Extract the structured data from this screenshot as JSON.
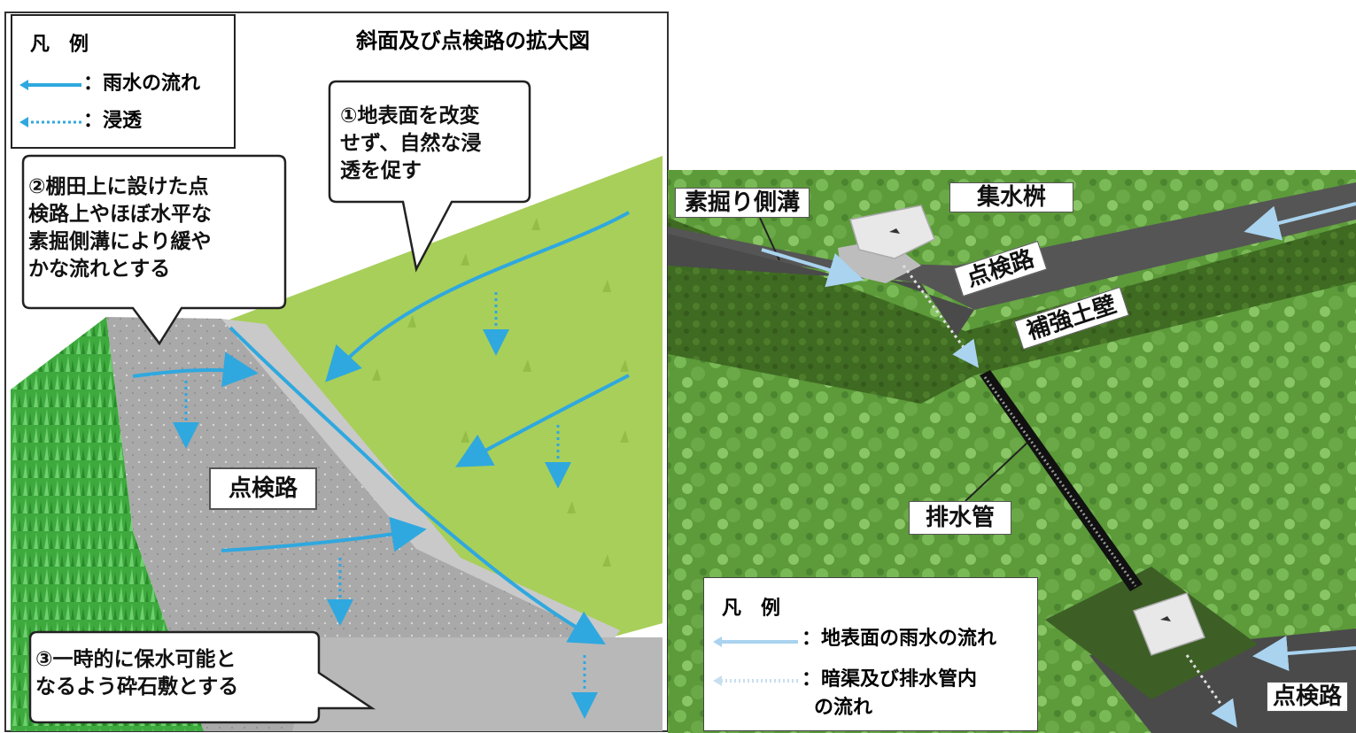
{
  "left_panel": {
    "title": "斜面及び点検路の拡大図",
    "legend": {
      "title": "凡　例",
      "items": [
        {
          "text": "：雨水の流れ",
          "style": "solid"
        },
        {
          "text": "：浸透",
          "style": "dotted"
        }
      ]
    },
    "callouts": [
      {
        "number": "①",
        "lines": [
          "①地表面を改変",
          "せず、自然な浸",
          "透を促す"
        ]
      },
      {
        "number": "②",
        "lines": [
          "②棚田上に設けた点",
          "検路上やほぼ水平な",
          "素掘側溝により緩や",
          "かな流れとする"
        ]
      },
      {
        "number": "③",
        "lines": [
          "③一時的に保水可能と",
          "なるよう砕石敷とする"
        ]
      }
    ],
    "road_label": "点検路"
  },
  "right_panel": {
    "labels": {
      "side_ditch": "素掘り側溝",
      "catch_basin": "集水桝",
      "inspection_road_top": "点検路",
      "retaining_wall": "補強土壁",
      "drain_pipe": "排水管",
      "inspection_road_bottom": "点検路"
    },
    "legend": {
      "title": "凡　例",
      "items": [
        {
          "text": "：地表面の雨水の流れ",
          "style": "solid"
        },
        {
          "text": "：暗渠及び排水管内",
          "text2": "の流れ",
          "style": "dotted"
        }
      ]
    }
  },
  "colors": {
    "water": "#2fa8df",
    "light_grass": "#a8cf5a",
    "bright_grass": "#3eaa3e",
    "gravel": "#a9a9a9",
    "dark_grass": "#3f6a22",
    "road": "#555555"
  }
}
